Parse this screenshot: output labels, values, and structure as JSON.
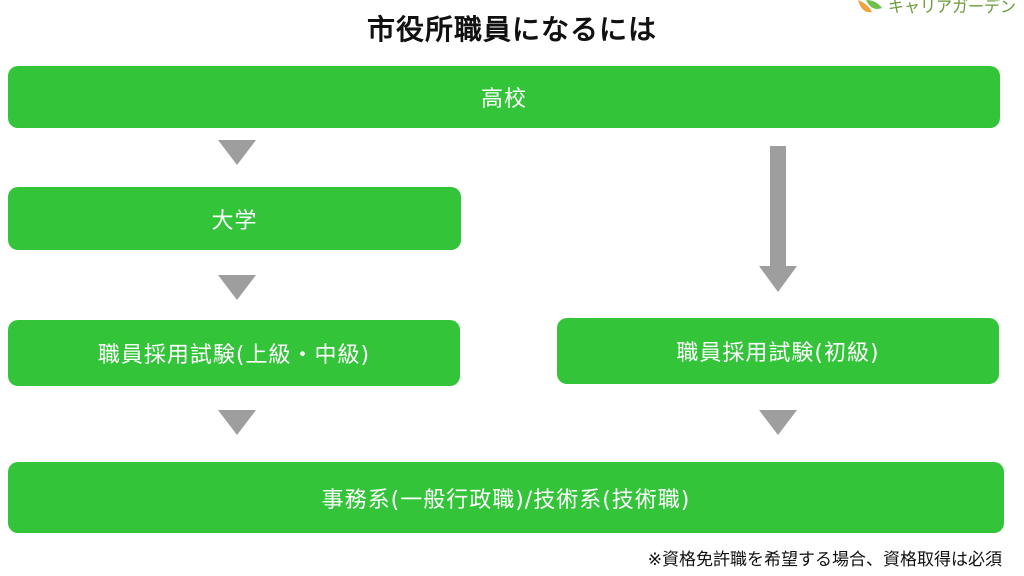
{
  "title": "市役所職員になるには",
  "logo": {
    "text": "キャリアガーデン",
    "icon": "leaf-logo-icon"
  },
  "nodes": {
    "high_school": "高校",
    "university": "大学",
    "exam_upper": "職員採用試験(上級・中級)",
    "exam_entry": "職員採用試験(初級)",
    "career": "事務系(一般行政職)/技術系(技術職)"
  },
  "note": "※資格免許職を希望する場合、資格取得は必須",
  "colors": {
    "box": "#33c43a",
    "arrow": "#9e9e9e",
    "text": "#ffffff"
  }
}
